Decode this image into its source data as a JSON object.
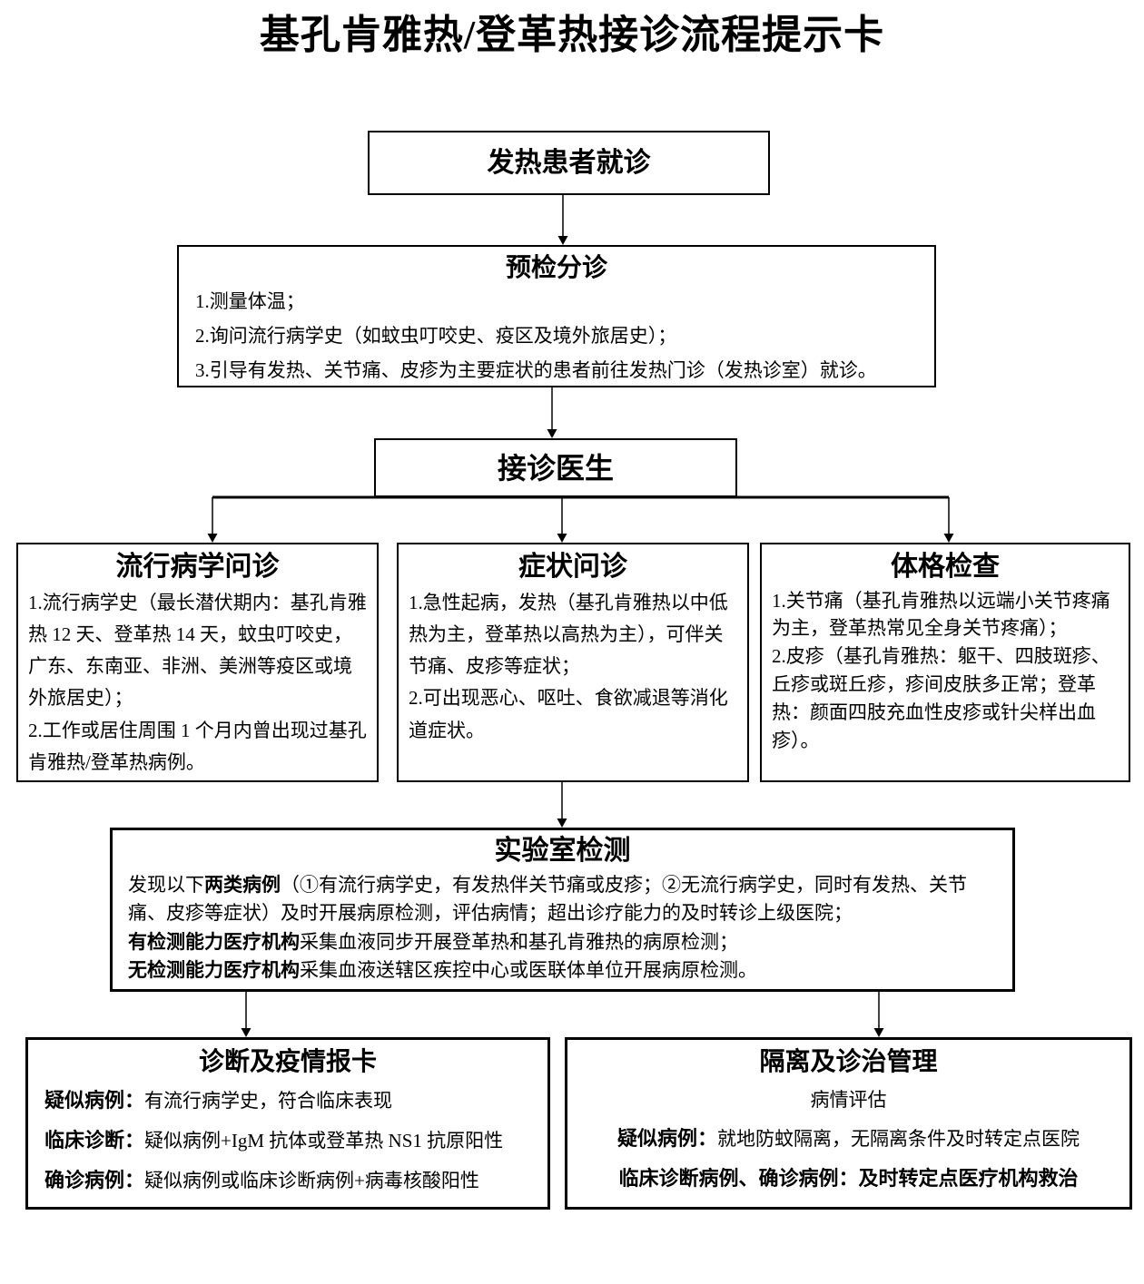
{
  "title": "基孔肯雅热/登革热接诊流程提示卡",
  "colors": {
    "border": "#000000",
    "background": "#ffffff",
    "text": "#000000"
  },
  "nodes": {
    "fever_patient": {
      "title": "发热患者就诊"
    },
    "triage": {
      "title": "预检分诊",
      "items": [
        "1.测量体温；",
        "2.询问流行病学史（如蚊虫叮咬史、疫区及境外旅居史）；",
        "3.引导有发热、关节痛、皮疹为主要症状的患者前往发热门诊（发热诊室）就诊。"
      ]
    },
    "doctor": {
      "title": "接诊医生"
    },
    "epi_inquiry": {
      "title": "流行病学问诊",
      "items": [
        "1.流行病学史（最长潜伏期内：基孔肯雅热 12 天、登革热 14 天，蚊虫叮咬史，广东、东南亚、非洲、美洲等疫区或境外旅居史）；",
        "2.工作或居住周围 1 个月内曾出现过基孔肯雅热/登革热病例。"
      ]
    },
    "symptom_inquiry": {
      "title": "症状问诊",
      "items": [
        "1.急性起病，发热（基孔肯雅热以中低热为主，登革热以高热为主），可伴关节痛、皮疹等症状；",
        "2.可出现恶心、呕吐、食欲减退等消化道症状。"
      ]
    },
    "physical_exam": {
      "title": "体格检查",
      "items": [
        "1.关节痛（基孔肯雅热以远端小关节疼痛为主，登革热常见全身关节疼痛）；",
        "2.皮疹（基孔肯雅热：躯干、四肢斑疹、丘疹或斑丘疹，疹间皮肤多正常；登革热：颜面四肢充血性皮疹或针尖样出血疹）。"
      ]
    },
    "lab_testing": {
      "title": "实验室检测",
      "paragraphs": [
        {
          "pre": "发现以下",
          "bold": "两类病例",
          "rest": "（①有流行病学史，有发热伴关节痛或皮疹；②无流行病学史，同时有发热、关节痛、皮疹等症状）及时开展病原检测，评估病情；超出诊疗能力的及时转诊上级医院；"
        },
        {
          "bold": "有检测能力医疗机构",
          "rest": "采集血液同步开展登革热和基孔肯雅热的病原检测；"
        },
        {
          "bold": "无检测能力医疗机构",
          "rest": "采集血液送辖区疾控中心或医联体单位开展病原检测。"
        }
      ]
    },
    "diagnosis_report": {
      "title": "诊断及疫情报卡",
      "rows": [
        {
          "label": "疑似病例：",
          "text": "有流行病学史，符合临床表现"
        },
        {
          "label": "临床诊断：",
          "text": "疑似病例+IgM 抗体或登革热 NS1 抗原阳性"
        },
        {
          "label": "确诊病例：",
          "text": "疑似病例或临床诊断病例+病毒核酸阳性"
        }
      ]
    },
    "isolation_mgmt": {
      "title": "隔离及诊治管理",
      "subtitle": "病情评估",
      "rows": [
        {
          "label": "疑似病例：",
          "text": "就地防蚊隔离，无隔离条件及时转定点医院"
        },
        {
          "label": "临床诊断病例、确诊病例：及时转定点医疗机构救治",
          "text": ""
        }
      ]
    }
  }
}
